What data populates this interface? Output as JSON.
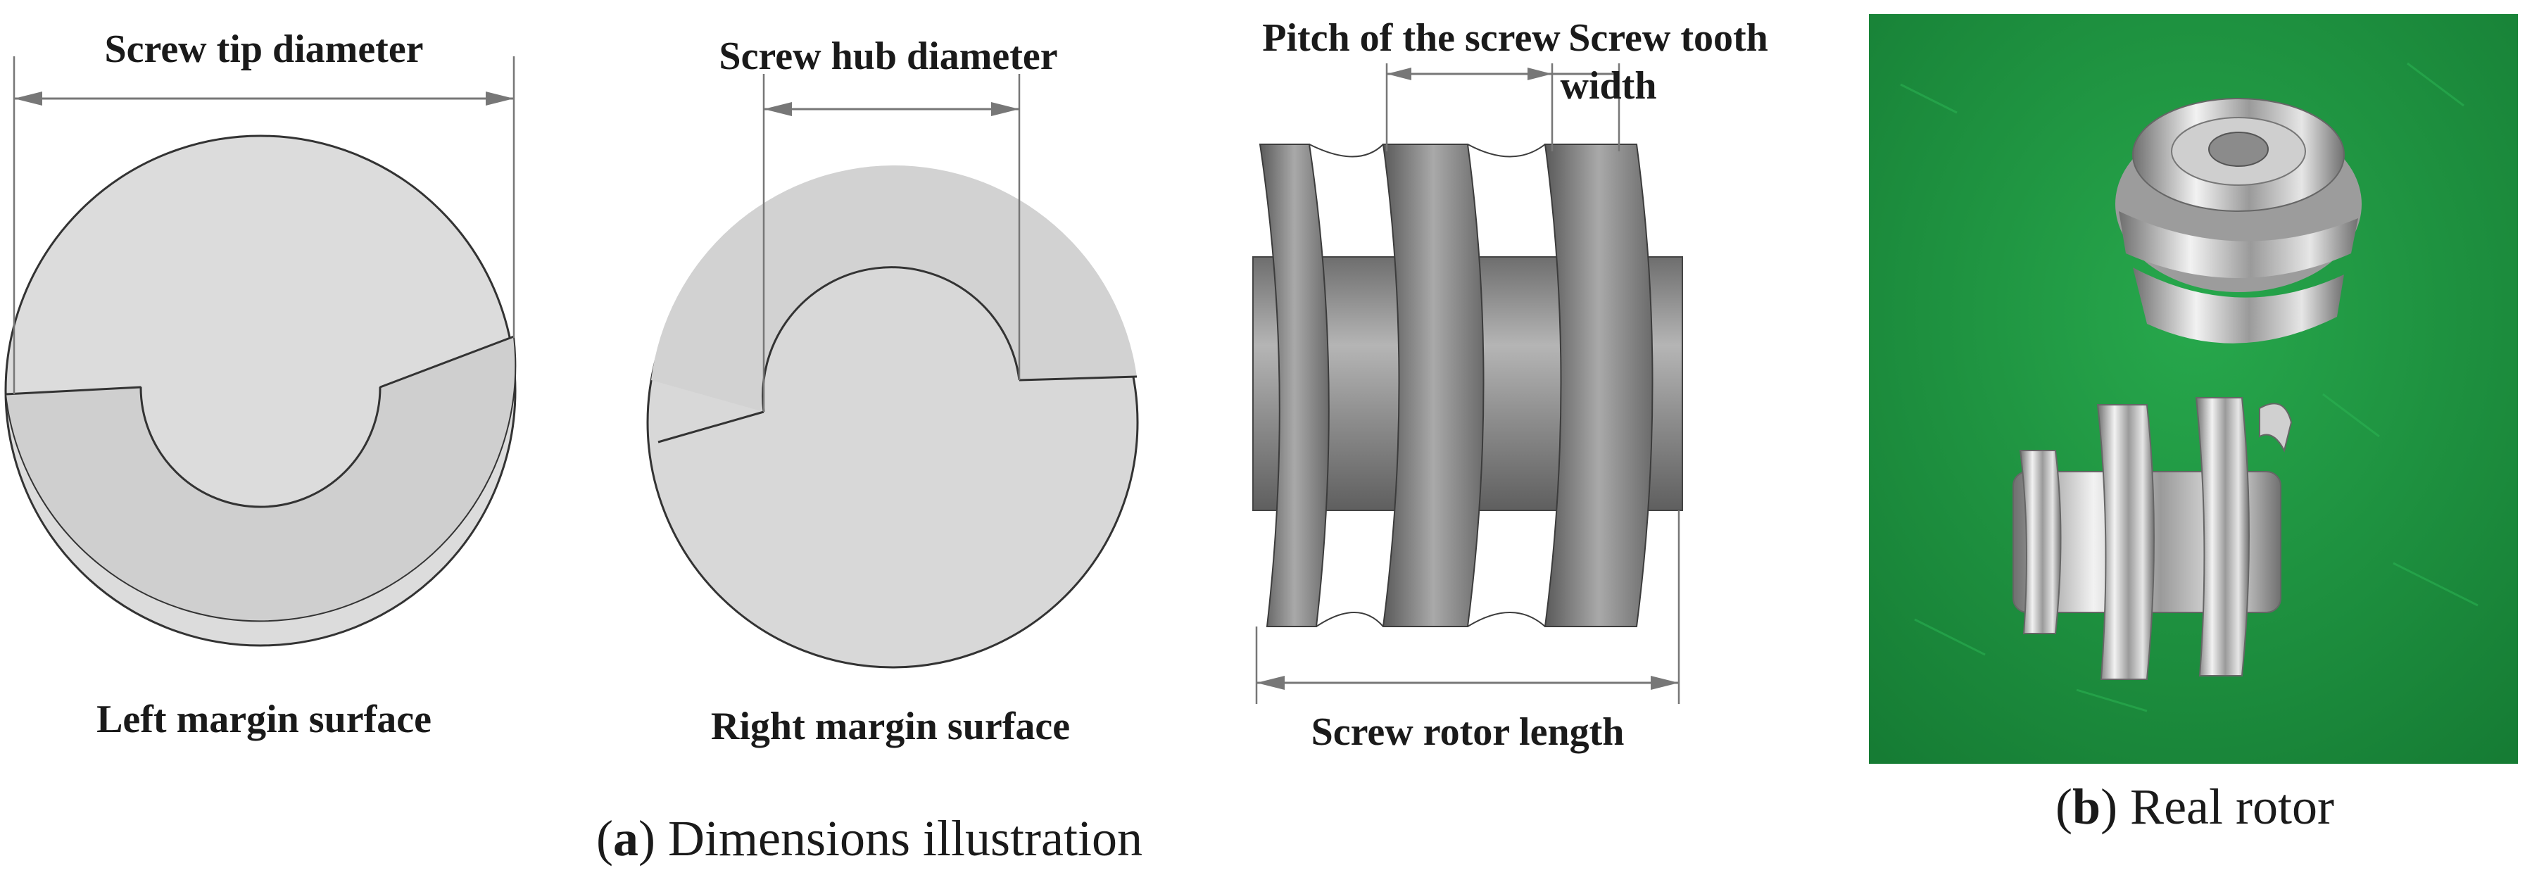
{
  "panel_a": {
    "label_tip": "Screw tip diameter",
    "label_hub": "Screw hub diameter",
    "label_pitch": "Pitch of the screw",
    "label_tooth_1": "Screw tooth",
    "label_tooth_2": "width",
    "label_left": "Left margin surface",
    "label_right": "Right margin surface",
    "label_length": "Screw rotor length",
    "caption_open": "(",
    "caption_letter": "a",
    "caption_text": ") Dimensions illustration"
  },
  "panel_b": {
    "caption_open": "(",
    "caption_letter": "b",
    "caption_text": ") Real rotor"
  },
  "colors": {
    "surface_light": "#dcdcdc",
    "surface_mid": "#cfcfcf",
    "screw_metal": "#8a8a8a",
    "photo_background": "#1f9a43"
  }
}
